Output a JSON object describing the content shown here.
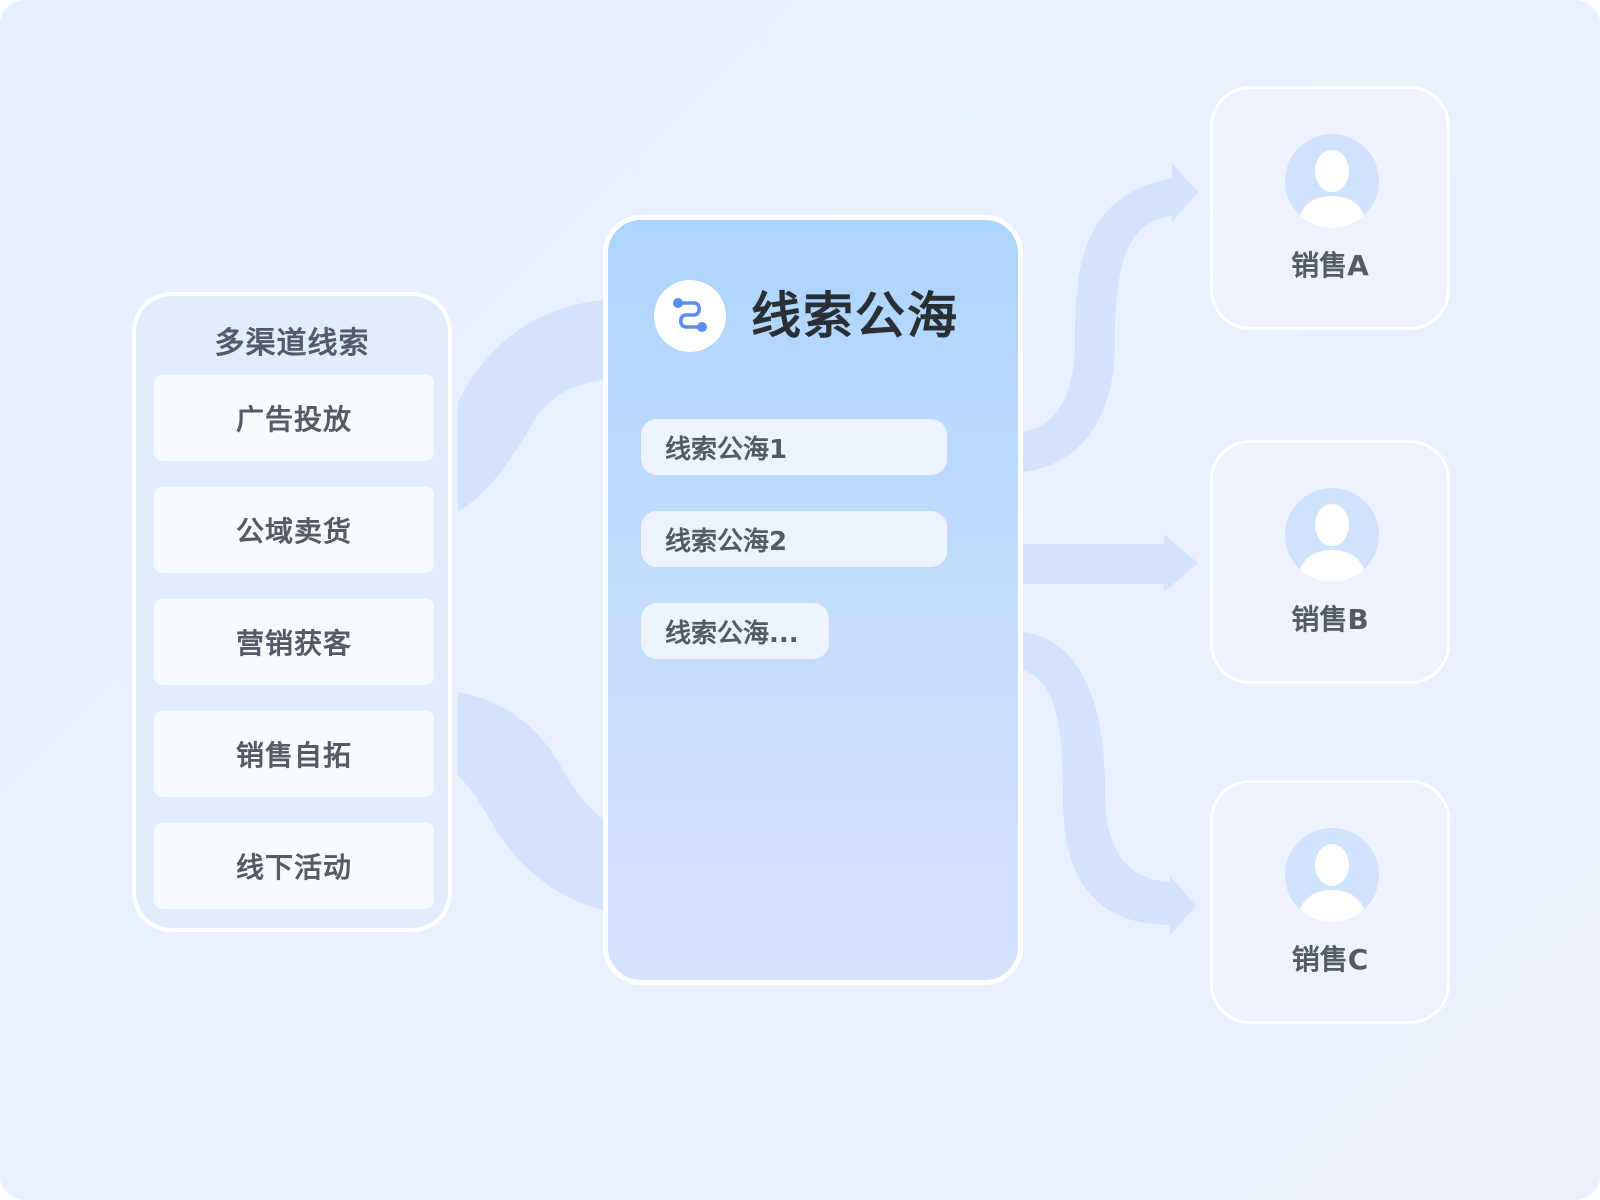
{
  "sources": {
    "title": "多渠道线索",
    "items": [
      "广告投放",
      "公域卖货",
      "营销获客",
      "销售自拓",
      "线下活动"
    ]
  },
  "pool": {
    "title": "线索公海",
    "icon": "route-icon",
    "items": [
      "线索公海1",
      "线索公海2",
      "线索公海..."
    ]
  },
  "sales": [
    {
      "label": "销售A",
      "icon": "user-avatar-icon"
    },
    {
      "label": "销售B",
      "icon": "user-avatar-icon"
    },
    {
      "label": "销售C",
      "icon": "user-avatar-icon"
    }
  ],
  "colors": {
    "background": "#e8f0fe",
    "flow": "#d3e3fd",
    "pool_top": "#acd5fd",
    "pool_bottom": "#d6e1fd",
    "text": "#555b66",
    "title_text": "#2a2f36",
    "logo_accent": "#5b8def"
  }
}
